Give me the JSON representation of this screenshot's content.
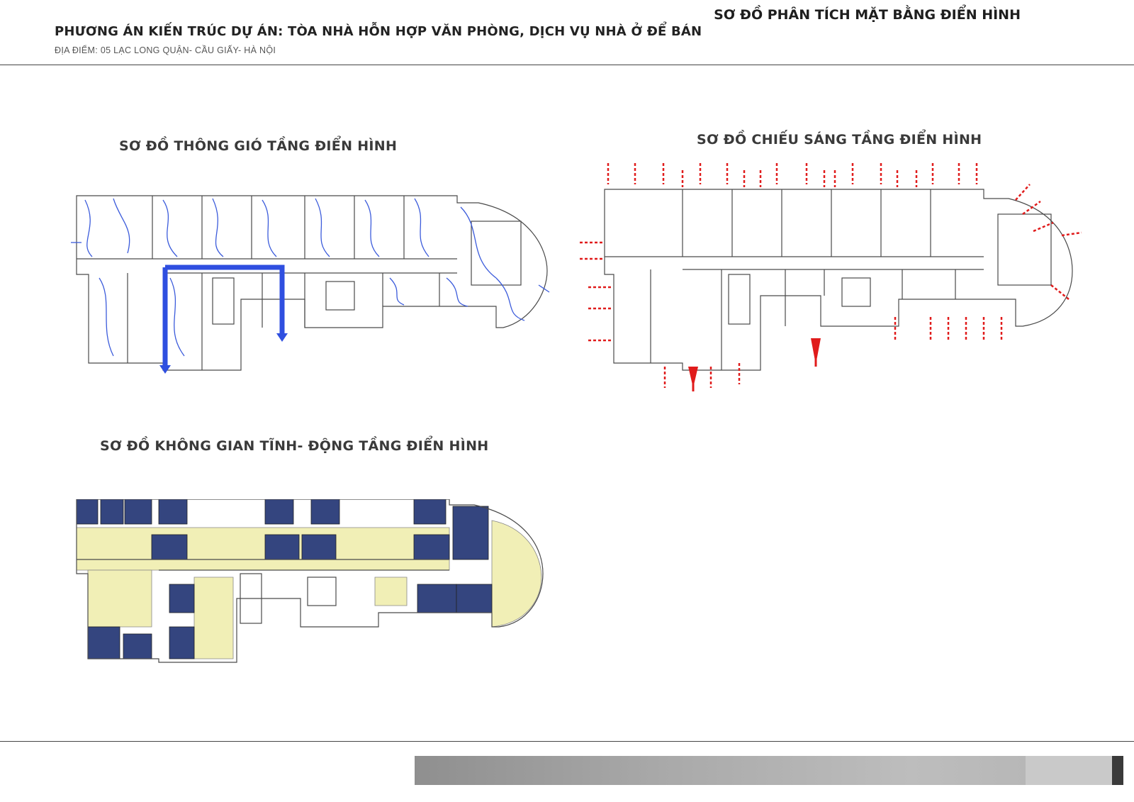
{
  "header": {
    "title": "PHƯƠNG ÁN KIẾN TRÚC DỰ ÁN: TÒA NHÀ HỖN HỢP VĂN PHÒNG, DỊCH VỤ NHÀ Ở ĐỂ BÁN",
    "location": "ĐỊA ĐIỂM: 05  LẠC LONG QUẬN- CẦU GIẤY- HÀ NỘI"
  },
  "panels": {
    "ventilation": {
      "title": "SƠ ĐỒ THÔNG GIÓ TẦNG ĐIỂN HÌNH"
    },
    "lighting": {
      "title": "SƠ ĐỒ CHIẾU SÁNG TẦNG ĐIỂN HÌNH"
    },
    "static_dynamic": {
      "title": "SƠ ĐỒ KHÔNG GIAN TĨNH- ĐỘNG TẦNG ĐIỂN HÌNH"
    }
  },
  "footer": {
    "label": "SƠ ĐỒ PHÂN TÍCH MẶT BẰNG ĐIỂN HÌNH"
  },
  "colors": {
    "ventilation_flow": "#3b5bdb",
    "main_airflow": "#2f4fe0",
    "light_arrow": "#e01b1b",
    "static_zone": "#34457f",
    "dynamic_zone": "#f1efb6",
    "wall": "#4a4a4a"
  },
  "icons": {
    "airflow": "curved-blue-arrow-icon",
    "daylight": "red-dashed-arrow-icon"
  }
}
